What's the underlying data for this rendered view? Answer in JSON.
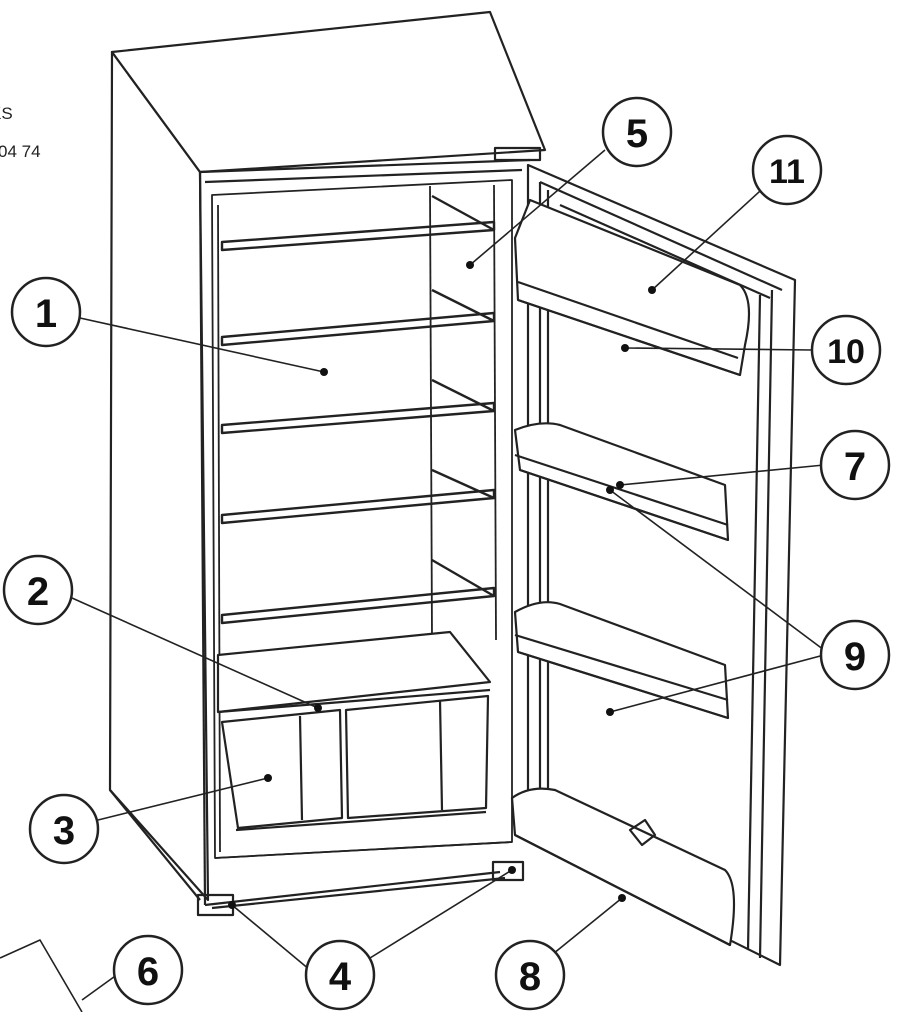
{
  "corner_text": {
    "line1": "KS",
    "line2": "04 74"
  },
  "callouts": [
    "1",
    "2",
    "3",
    "4",
    "5",
    "6",
    "7",
    "8",
    "9",
    "10",
    "11"
  ]
}
